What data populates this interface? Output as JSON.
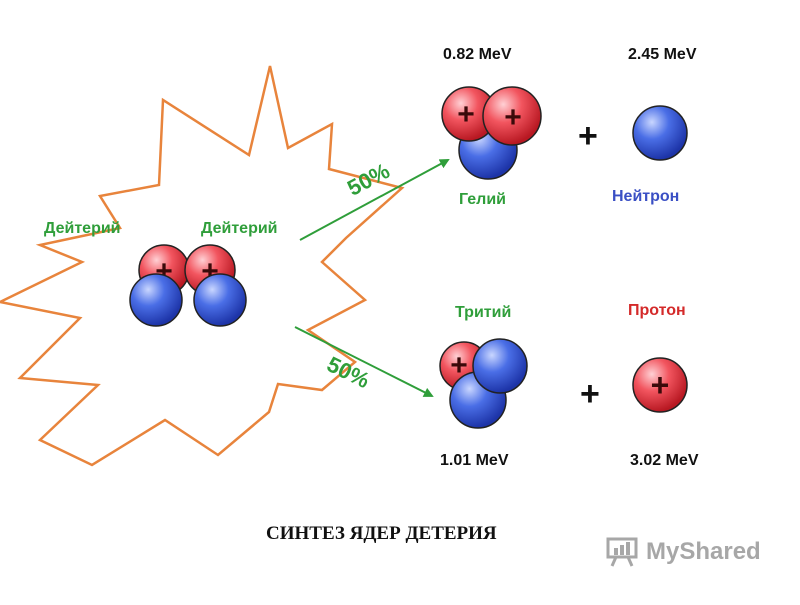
{
  "labels": {
    "deuterium_left": "Дейтерий",
    "deuterium_right": "Дейтерий",
    "helium": "Гелий",
    "neutron": "Нейтрон",
    "tritium": "Тритий",
    "proton": "Протон",
    "helium_energy": "0.82 MeV",
    "neutron_energy": "2.45 MeV",
    "tritium_energy": "1.01 MeV",
    "proton_energy": "3.02 MeV",
    "branch_top_pct": "50%",
    "branch_bottom_pct": "50%",
    "plus_top": "+",
    "plus_bottom": "+",
    "charge_sign": "+"
  },
  "caption": "СИНТЕЗ ЯДЕР ДЕТЕРИЯ",
  "watermark": "MyShared",
  "colors": {
    "starburst_outline": "#e8843c",
    "arrow": "#2f9e3a",
    "proton": "#e63b45",
    "neutron": "#3456d6",
    "label_green": "#2f9e3a",
    "label_blue": "#3a4fc4",
    "label_red": "#d42a2a"
  }
}
